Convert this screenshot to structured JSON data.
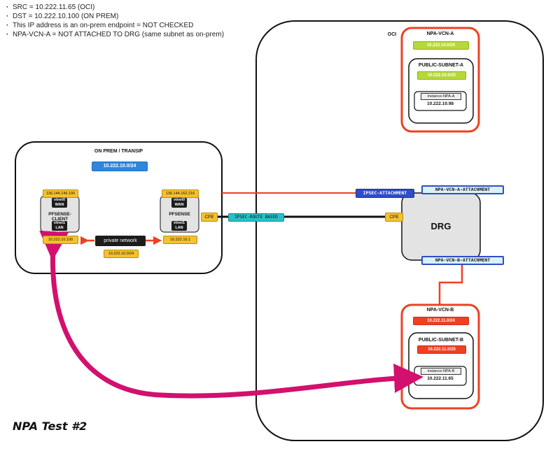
{
  "notes": [
    "SRC = 10.222.11.65 (OCI)",
    "DST = 10.222.10.100 (ON PREM)",
    "This IP address is an on-prem endpoint = NOT CHECKED",
    "NPA-VCN-A = NOT ATTACHED TO DRG (same subnet as on-prem)"
  ],
  "oci": {
    "label": "OCI",
    "vcn_a": {
      "title": "NPA-VCN-A",
      "cidr": "10.222.10.0/24",
      "subnet_title": "PUBLIC-SUBNET-A",
      "subnet_cidr": "10.222.10.0/25",
      "instance_label": "instance-NPA-A",
      "instance_ip": "10.222.10.98",
      "color": "#b6d83a"
    },
    "vcn_b": {
      "title": "NPA-VCN-B",
      "cidr": "10.222.11.0/24",
      "subnet_title": "PUBLIC-SUBNET-B",
      "subnet_cidr": "10.222.11.0/25",
      "instance_label": "instance-NPA-B",
      "instance_ip": "10.222.11.65",
      "color": "#ef4023"
    },
    "drg": {
      "label": "DRG",
      "ipsec_attachment": "IPSEC-ATTACHMENT",
      "vcn_a_attachment": "NPA-VCN-A-ATTACHMENT",
      "vcn_b_attachment": "NPA-VCN-B-ATTACHMENT",
      "cpe": "CPE"
    }
  },
  "onprem": {
    "label": "ON PREM / TRANSIP",
    "cidr": "10.222.10.0/24",
    "client": {
      "name": "PFSENSE-CLIENT",
      "wan_ip": "136.144.146.100",
      "wan_if": "vtnet0",
      "wan_label": "WAN",
      "lan_if": "vtnet1",
      "lan_label": "LAN",
      "lan_ip": "10.222.10.100"
    },
    "pfsense": {
      "name": "PFSENSE",
      "wan_ip": "136.144.162.216",
      "wan_if": "vtnet0",
      "wan_label": "WAN",
      "lan_if": "vtnet1",
      "lan_label": "LAN",
      "lan_ip": "10.222.10.1"
    },
    "private_network": "private network",
    "private_cidr": "10.222.10.0/24",
    "cpe": "CPE"
  },
  "tunnel": {
    "label": "IPSEC-ROUTE BASED"
  },
  "footer": {
    "title": "NPA Test #2"
  },
  "colors": {
    "link_orange": "#ef4023",
    "arrow_magenta": "#d3106e",
    "route_black": "#111111"
  }
}
